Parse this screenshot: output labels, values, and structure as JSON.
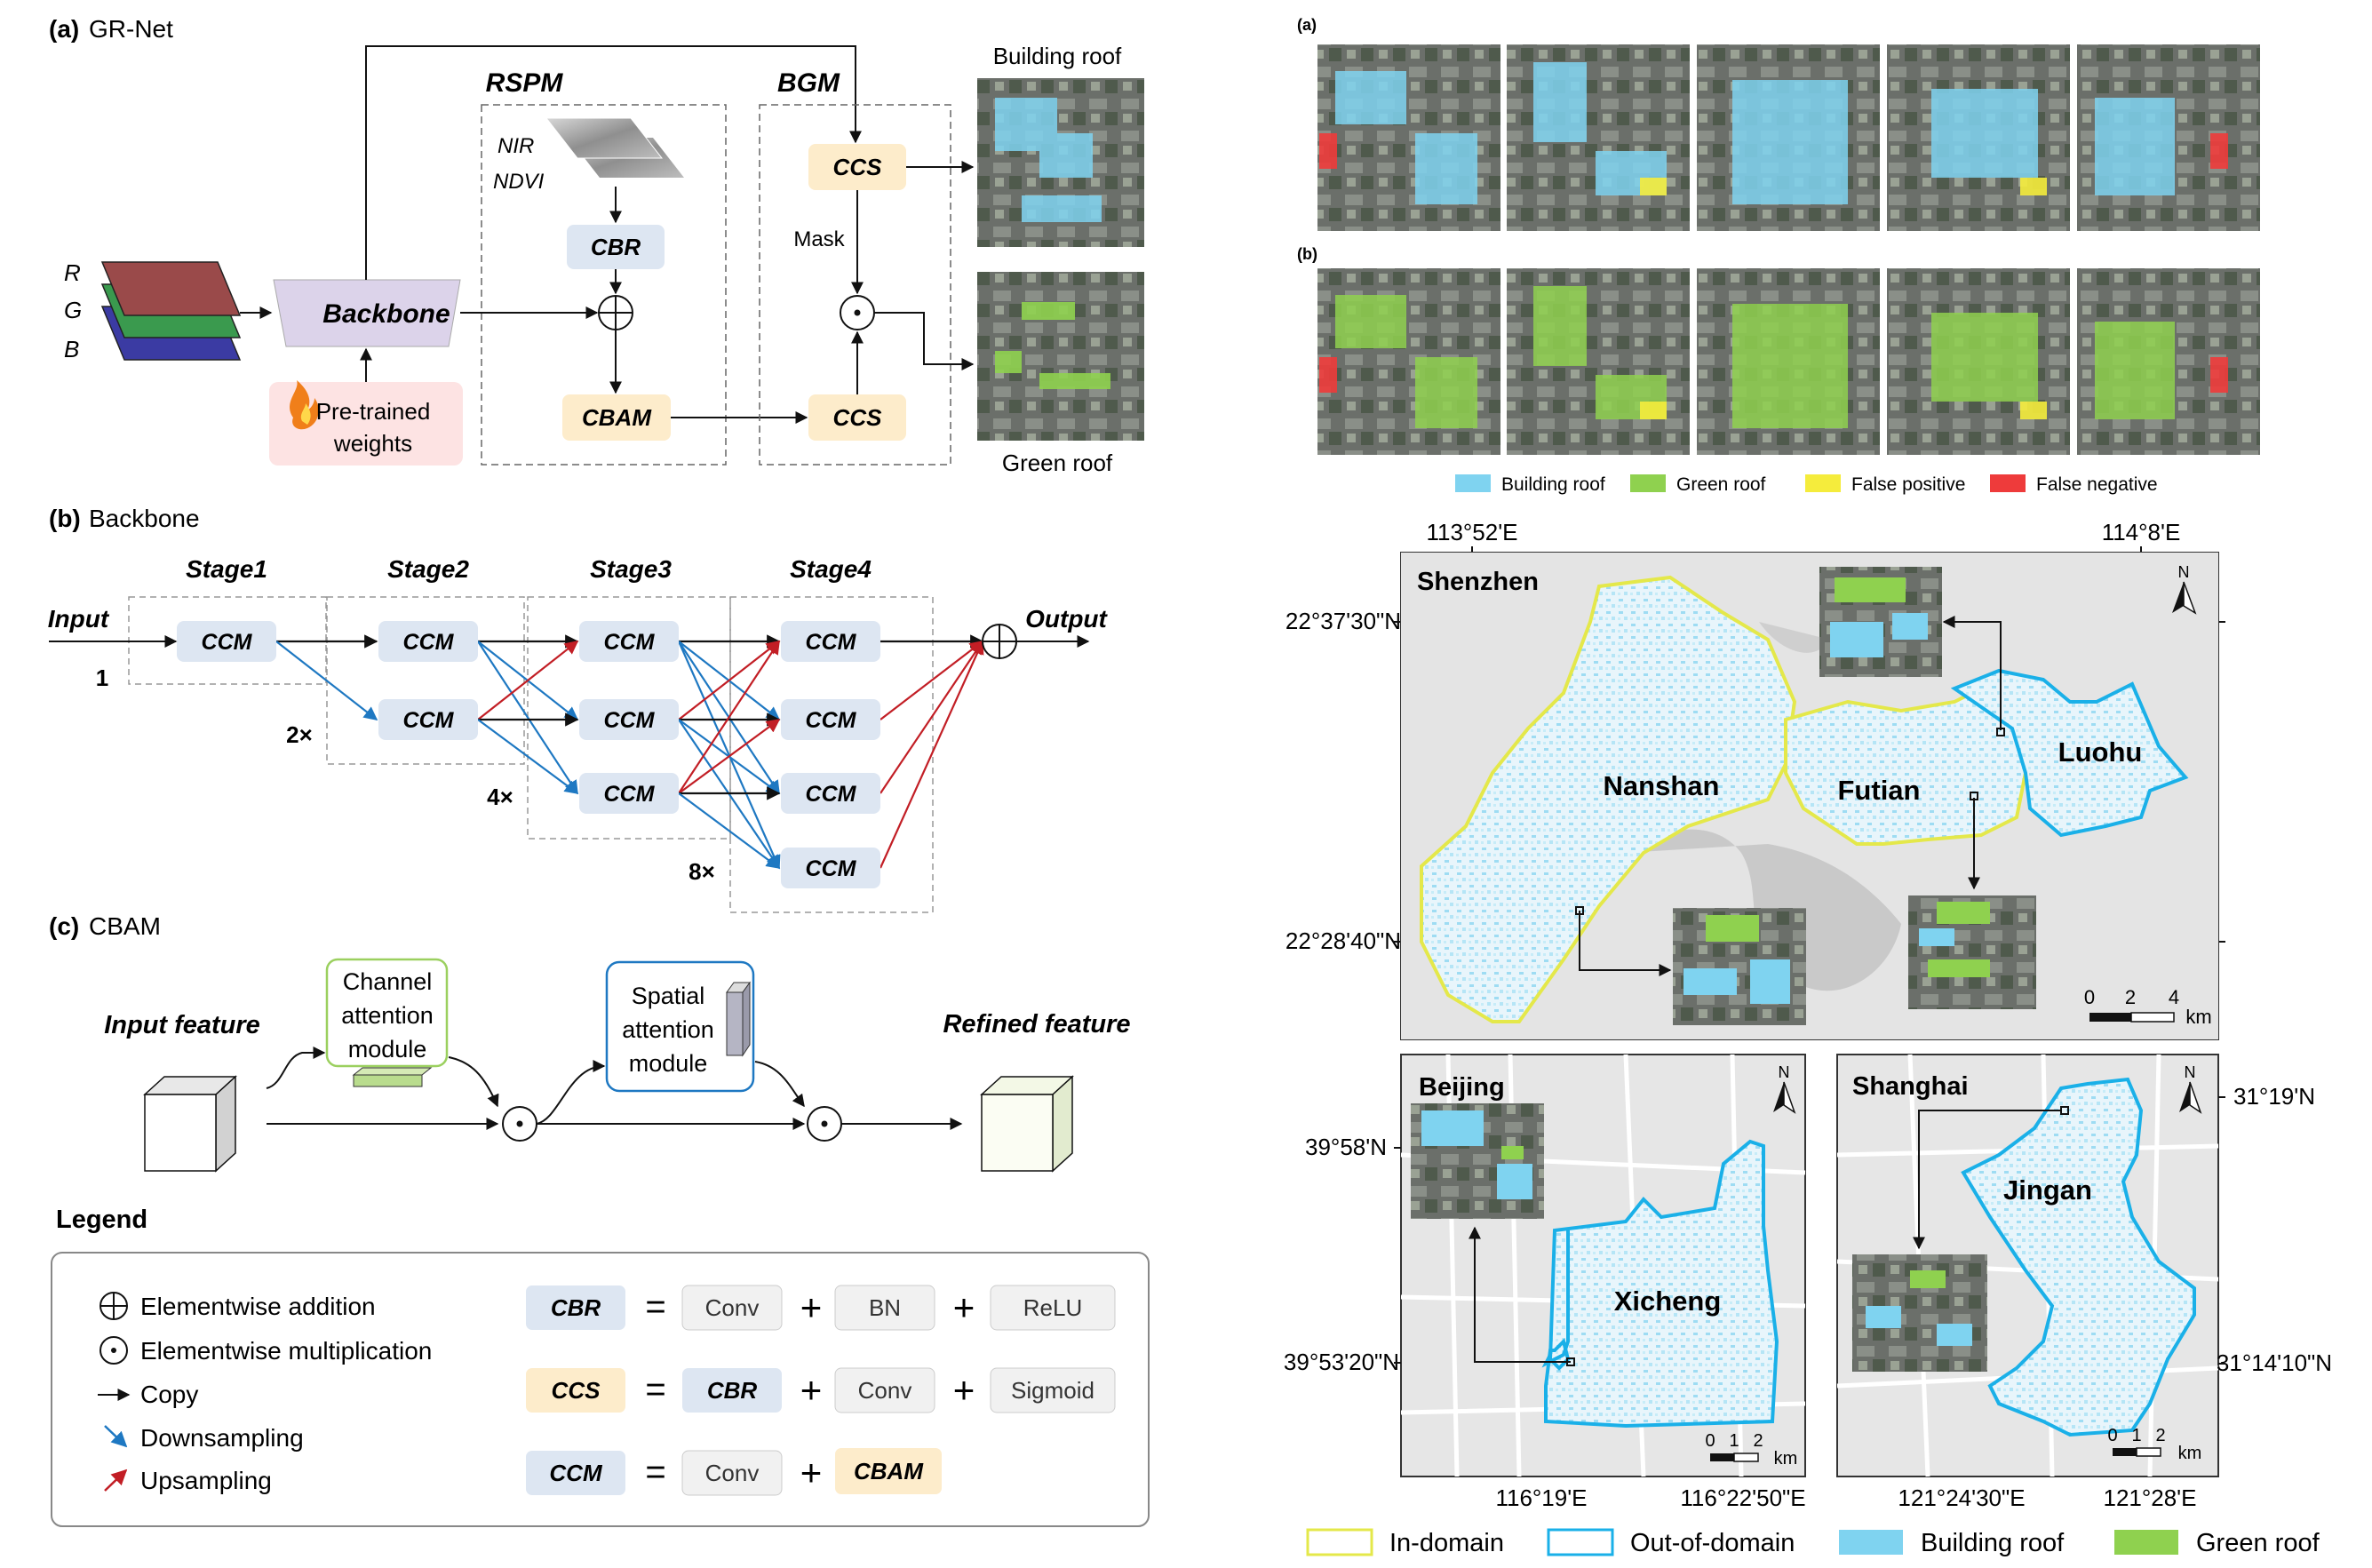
{
  "grnet": {
    "panel_label": "(a)",
    "panel_title": "GR-Net",
    "rspm": "RSPM",
    "bgm": "BGM",
    "r": "R",
    "g": "G",
    "b": "B",
    "backbone": "Backbone",
    "pretrained_line1": "Pre-trained",
    "pretrained_line2": "weights",
    "fire_icon": "fire-icon",
    "nir": "NIR",
    "ndvi": "NDVI",
    "cbr": "CBR",
    "cbam": "CBAM",
    "ccs_top": "CCS",
    "ccs_bottom": "CCS",
    "mask": "Mask",
    "building_roof": "Building roof",
    "green_roof": "Green roof"
  },
  "backbone_panel": {
    "panel_label": "(b)",
    "panel_title": "Backbone",
    "stages": [
      "Stage1",
      "Stage2",
      "Stage3",
      "Stage4"
    ],
    "input": "Input",
    "output": "Output",
    "ccm": "CCM",
    "scales": [
      "1",
      "2×",
      "4×",
      "8×"
    ]
  },
  "cbam_panel": {
    "panel_label": "(c)",
    "panel_title": "CBAM",
    "input_feature": "Input feature",
    "refined_feature": "Refined feature",
    "channel_line1": "Channel",
    "channel_line2": "attention",
    "channel_line3": "module",
    "spatial_line1": "Spatial",
    "spatial_line2": "attention",
    "spatial_line3": "module"
  },
  "legend": {
    "title": "Legend",
    "add": "Elementwise addition",
    "mult": "Elementwise multiplication",
    "copy": "Copy",
    "down": "Downsampling",
    "up": "Upsampling",
    "eq": "=",
    "plus": "+",
    "cbr": "CBR",
    "ccs": "CCS",
    "ccm": "CCM",
    "conv": "Conv",
    "bn": "BN",
    "relu": "ReLU",
    "sigmoid": "Sigmoid",
    "cbam": "CBAM"
  },
  "results": {
    "row_a": "(a)",
    "row_b": "(b)",
    "legend": [
      "Building roof",
      "Green roof",
      "False positive",
      "False negative"
    ]
  },
  "maps": {
    "shenzhen": {
      "city": "Shenzhen",
      "districts": [
        "Nanshan",
        "Futian",
        "Luohu"
      ],
      "lon_labels": [
        "113°52'E",
        "114°8'E"
      ],
      "lat_labels": [
        "22°37'30\"N",
        "22°28'40\"N"
      ],
      "scale": [
        "0",
        "2",
        "4",
        "km"
      ]
    },
    "beijing": {
      "city": "Beijing",
      "district": "Xicheng",
      "lat_labels": [
        "39°58'N",
        "39°53'20\"N"
      ],
      "lon_labels": [
        "116°19'E",
        "116°22'50\"E"
      ],
      "scale": [
        "0",
        "1",
        "2",
        "km"
      ]
    },
    "shanghai": {
      "city": "Shanghai",
      "district": "Jingan",
      "lat_labels": [
        "31°19'N",
        "31°14'10\"N"
      ],
      "lon_labels": [
        "121°24'30\"E",
        "121°28'E"
      ],
      "scale": [
        "0",
        "1",
        "2",
        "km"
      ]
    },
    "north": "N",
    "bottom_legend": [
      "In-domain",
      "Out-of-domain",
      "Building roof",
      "Green roof"
    ]
  },
  "colors": {
    "cbr_fill": "#dde6f2",
    "ccs_fill": "#fdeccb",
    "pretrained_fill": "#fde3e3",
    "building_roof": "#7fd3f0",
    "green_roof": "#8fd14f",
    "false_positive": "#f5ec3c",
    "false_negative": "#ee3b3b",
    "in_domain": "#e4e84a",
    "out_of_domain": "#1ab0e8",
    "downsample": "#1e78c2",
    "upsample": "#c21e25"
  }
}
